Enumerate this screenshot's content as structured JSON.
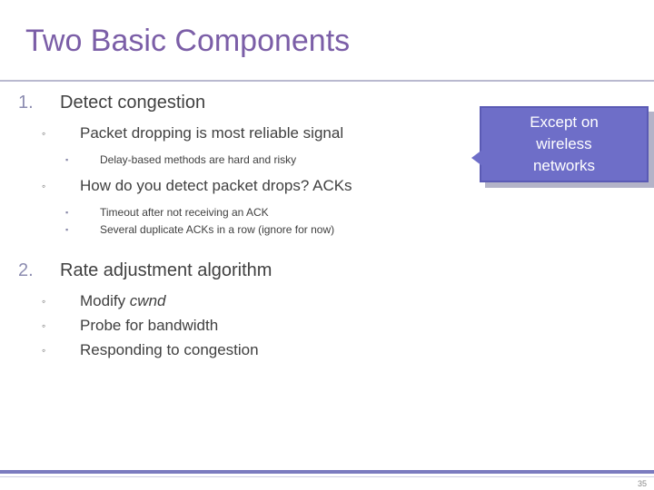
{
  "slide": {
    "title": "Two Basic Components",
    "page_number": "35",
    "accent_color": "#7b5ea7",
    "callout_color": "#6e6ec8",
    "rule_color": "#7b7bbf",
    "outline": [
      {
        "level": 1,
        "marker": "1.",
        "text": "Detect congestion"
      },
      {
        "level": 2,
        "marker": "◦",
        "text": "Packet dropping is most reliable signal"
      },
      {
        "level": 3,
        "marker": "▪",
        "text": "Delay-based methods are hard and risky"
      },
      {
        "level": 2,
        "marker": "◦",
        "text": "How do you detect packet drops? ACKs"
      },
      {
        "level": 3,
        "marker": "▪",
        "text": "Timeout after not receiving an ACK"
      },
      {
        "level": 3,
        "marker": "▪",
        "text": "Several duplicate ACKs in a row (ignore for now)"
      },
      {
        "level": 1,
        "marker": "2.",
        "text": "Rate adjustment algorithm"
      },
      {
        "level": 2,
        "marker": "◦",
        "text_pre": "Modify ",
        "text_italic": "cwnd",
        "text": "Modify cwnd"
      },
      {
        "level": 2,
        "marker": "◦",
        "text": "Probe for bandwidth"
      },
      {
        "level": 2,
        "marker": "◦",
        "text": "Responding to congestion"
      }
    ],
    "callout": {
      "line1": "Except on",
      "line2": "wireless",
      "line3": "networks"
    }
  }
}
